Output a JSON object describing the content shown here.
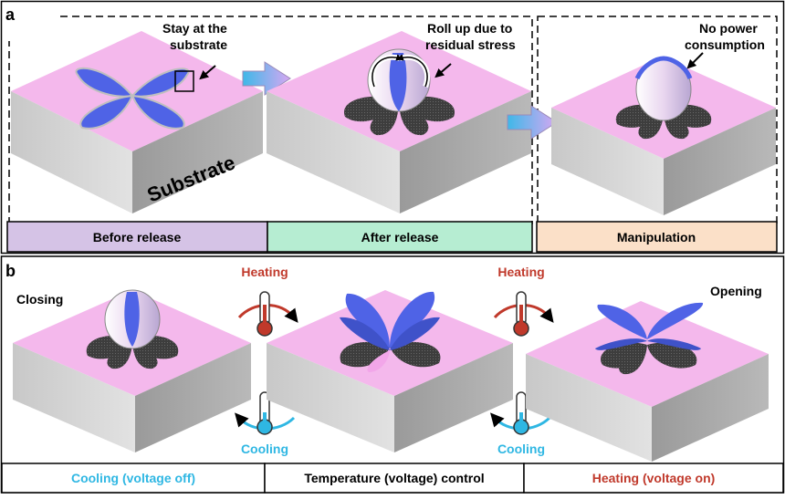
{
  "panel_a": {
    "letter": "a",
    "substrate_label": "Substrate",
    "annot_stay_line1": "Stay at the",
    "annot_stay_line2": "substrate",
    "annot_roll_line1": "Roll up due to",
    "annot_roll_line2": "residual stress",
    "annot_nopower_line1": "No power",
    "annot_nopower_line2": "consumption",
    "bars": [
      {
        "label": "Before release",
        "color": "#d5c3e6"
      },
      {
        "label": "After release",
        "color": "#b6edd2"
      },
      {
        "label": "Manipulation",
        "color": "#fbe0c8"
      }
    ]
  },
  "panel_b": {
    "letter": "b",
    "closing_label": "Closing",
    "opening_label": "Opening",
    "heating_label": "Heating",
    "cooling_label": "Cooling",
    "heating_color": "#c0392b",
    "cooling_color": "#2fb7e3",
    "bars": [
      {
        "label": "Cooling (voltage off)",
        "color": "#2fb7e3"
      },
      {
        "label": "Temperature (voltage) control",
        "color": "#000000"
      },
      {
        "label": "Heating (voltage on)",
        "color": "#c0392b"
      }
    ]
  },
  "colors": {
    "substrate_top": "#f4b8ec",
    "petal_blue": "#4f63e6",
    "petal_dark": "#4a4a4a",
    "arrow_fill": "#c9a6f0"
  }
}
